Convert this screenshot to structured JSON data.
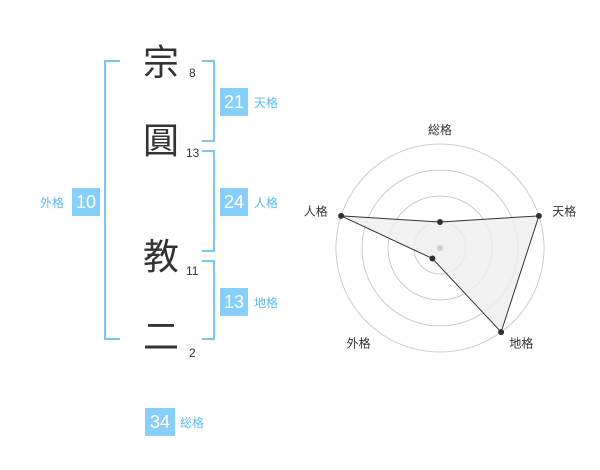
{
  "name": {
    "chars": [
      {
        "char": "宗",
        "strokes": "8"
      },
      {
        "char": "圓",
        "strokes": "13"
      },
      {
        "char": "教",
        "strokes": "11"
      },
      {
        "char": "二",
        "strokes": "2"
      }
    ]
  },
  "fortune": {
    "tenkaku": {
      "value": "21",
      "label": "天格"
    },
    "jinkaku": {
      "value": "24",
      "label": "人格"
    },
    "chikaku": {
      "value": "13",
      "label": "地格"
    },
    "gaikaku": {
      "value": "10",
      "label": "外格"
    },
    "soukaku": {
      "value": "34",
      "label": "総格"
    }
  },
  "chart_data": {
    "type": "radar",
    "axes": [
      "総格",
      "天格",
      "地格",
      "外格",
      "人格"
    ],
    "values": [
      1,
      4,
      4,
      0.5,
      4
    ],
    "max": 4,
    "rings": 4,
    "colors": {
      "fill": "#eeeeee",
      "line": "#333333",
      "grid": "#cccccc",
      "point": "#333333"
    }
  }
}
